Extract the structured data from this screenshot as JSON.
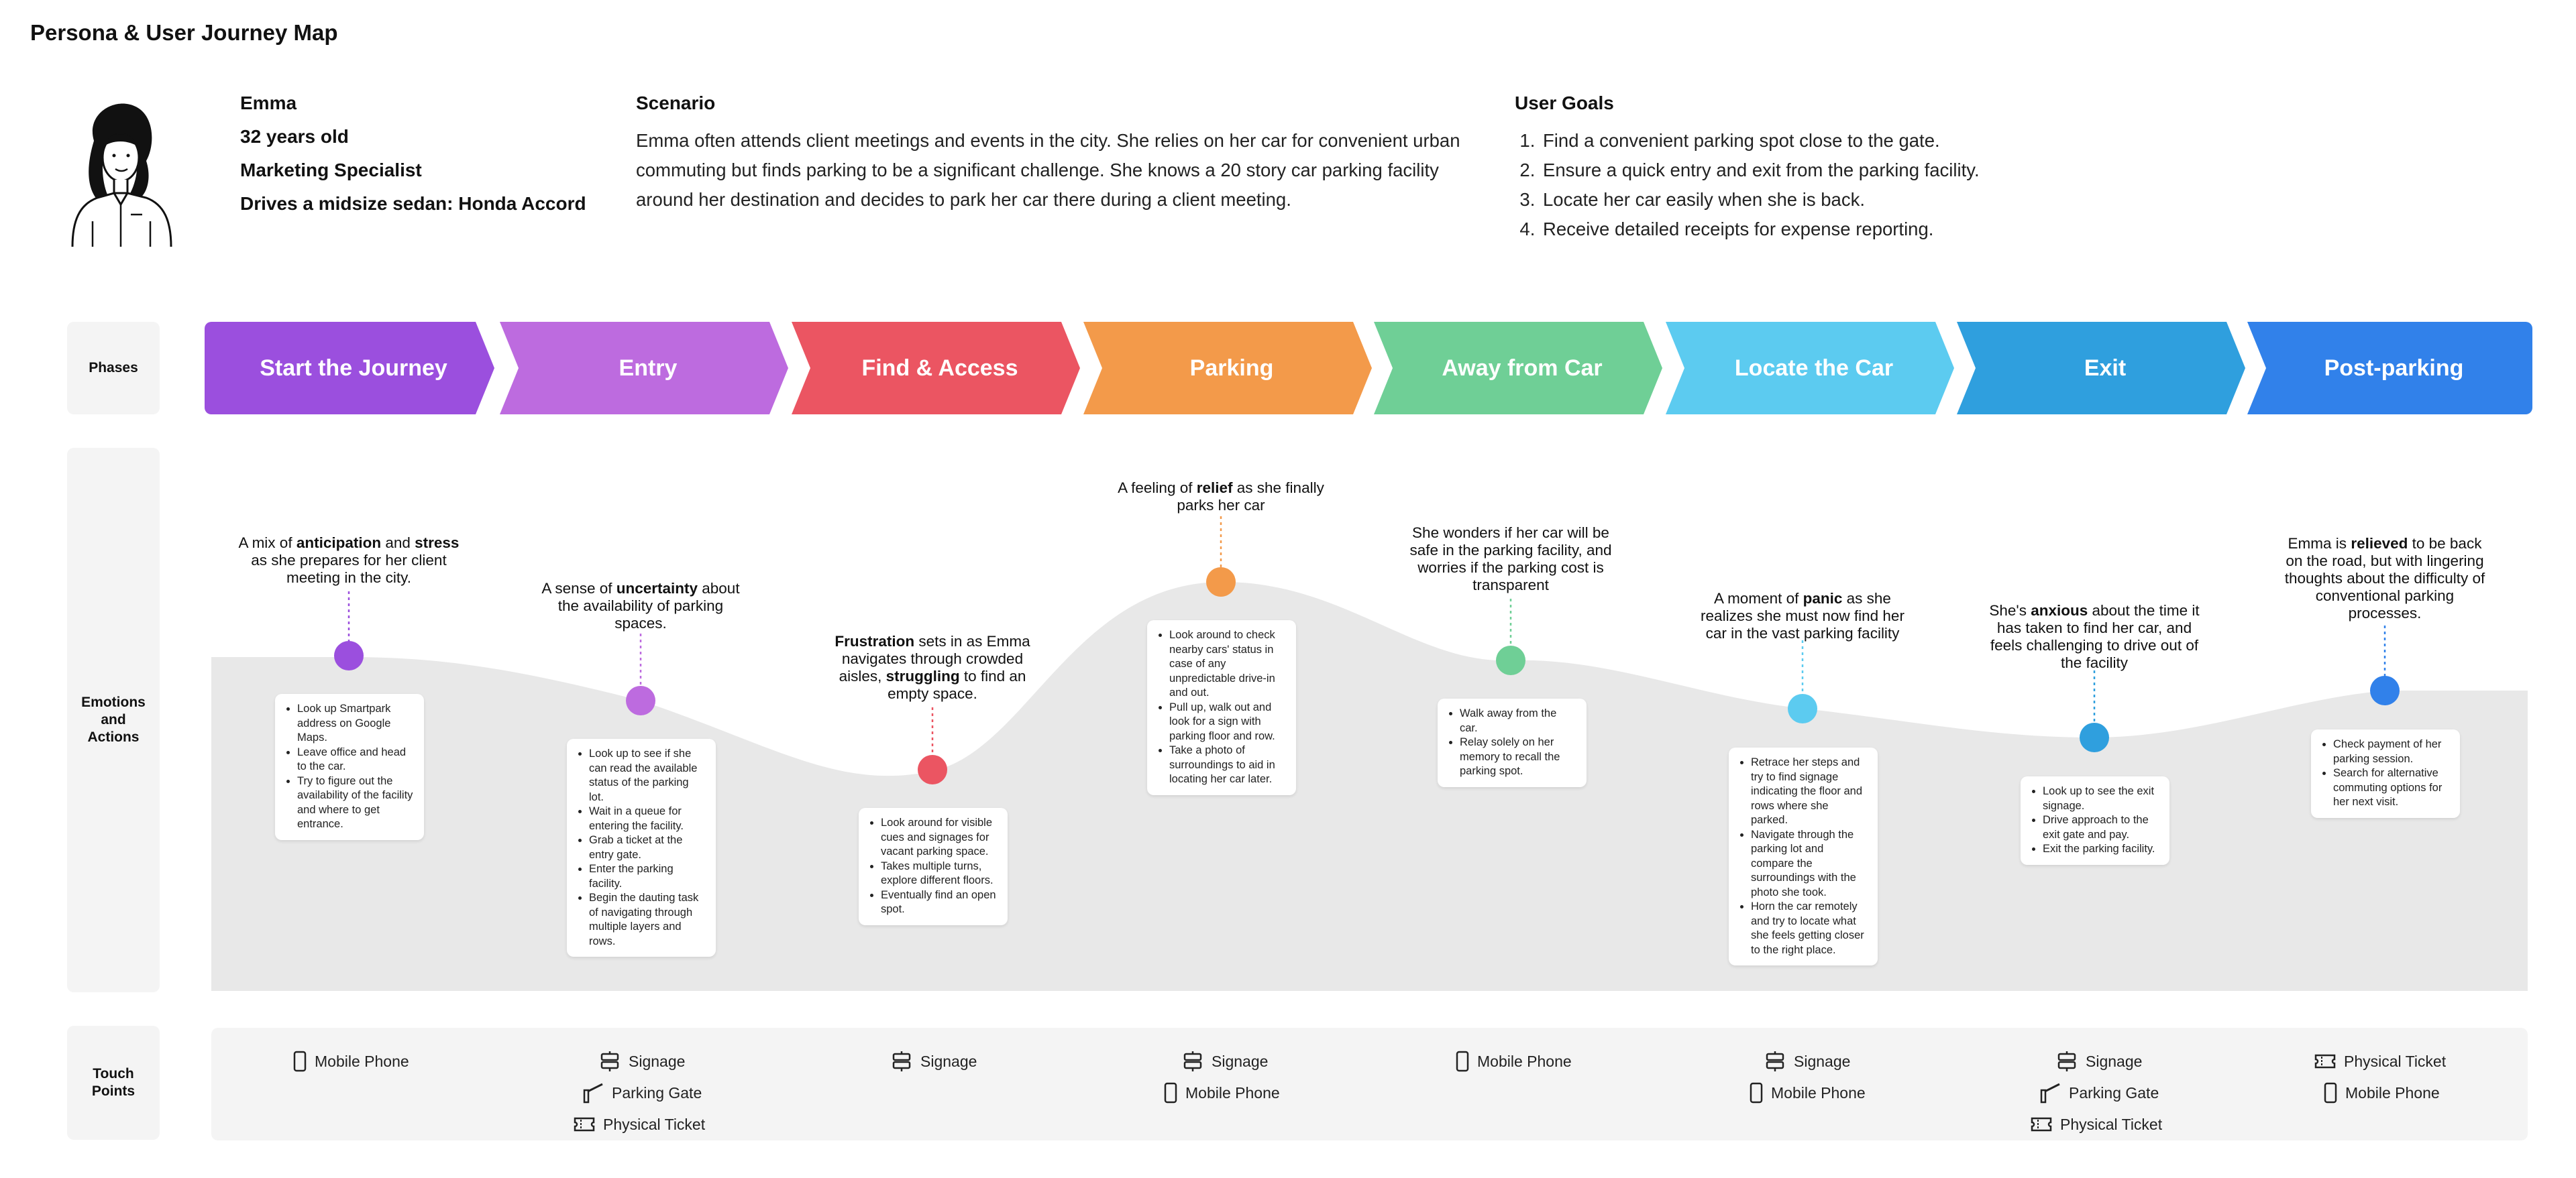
{
  "title": "Persona & User Journey Map",
  "persona": {
    "name": "Emma",
    "age": "32 years old",
    "role": "Marketing Specialist",
    "car": "Drives a midsize sedan: Honda Accord"
  },
  "scenario": {
    "heading": "Scenario",
    "text": "Emma often attends client meetings and events in the city. She relies on her car for convenient urban commuting but finds parking to be a significant challenge. She knows a 20 story car parking facility around her destination and decides to park her car there during a client meeting."
  },
  "goals": {
    "heading": "User Goals",
    "items": [
      "Find a convenient parking spot close to the gate.",
      "Ensure a quick entry and exit from the parking facility.",
      "Locate her car easily when she is back.",
      "Receive detailed receipts for expense reporting."
    ]
  },
  "row_labels": {
    "phases": "Phases",
    "emotions_line1": "Emotions",
    "emotions_line2": "and",
    "emotions_line3": "Actions",
    "touch_line1": "Touch",
    "touch_line2": "Points"
  },
  "phases": [
    {
      "label": "Start the Journey",
      "color": "#9b4fde"
    },
    {
      "label": "Entry",
      "color": "#bd6bdf"
    },
    {
      "label": "Find & Access",
      "color": "#eb5562"
    },
    {
      "label": "Parking",
      "color": "#f39a4a"
    },
    {
      "label": "Away from Car",
      "color": "#6fcf96"
    },
    {
      "label": "Locate the Car",
      "color": "#5ccbf0"
    },
    {
      "label": "Exit",
      "color": "#2f9fde"
    },
    {
      "label": "Post-parking",
      "color": "#3181ea"
    }
  ],
  "emotions": [
    {
      "t1": "A mix of ",
      "b1": "anticipation",
      "t2": " and ",
      "b2": "stress",
      "t3": " as she prepares for her client meeting in the city."
    },
    {
      "t1": "A sense of ",
      "b1": "uncertainty",
      "t2": " about the availability of parking spaces.",
      "b2": "",
      "t3": ""
    },
    {
      "t1": "",
      "b1": "Frustration",
      "t2": " sets in as Emma navigates through crowded aisles, ",
      "b2": "struggling",
      "t3": " to find an empty space."
    },
    {
      "t1": "A feeling of ",
      "b1": "relief",
      "t2": " as she finally parks her car",
      "b2": "",
      "t3": ""
    },
    {
      "t1": "She wonders if her car will be safe in the parking facility, and worries if the parking cost is transparent",
      "b1": "",
      "t2": "",
      "b2": "",
      "t3": ""
    },
    {
      "t1": "A moment of ",
      "b1": "panic",
      "t2": " as she realizes she must now find her car in the vast parking facility",
      "b2": "",
      "t3": ""
    },
    {
      "t1": "She's ",
      "b1": "anxious",
      "t2": " about the time it has taken to find her car, and feels challenging to drive out of the facility",
      "b2": "",
      "t3": ""
    },
    {
      "t1": "Emma is ",
      "b1": "relieved",
      "t2": " to be back on the road, but with lingering thoughts about the difficulty of conventional parking processes.",
      "b2": "",
      "t3": ""
    }
  ],
  "actions": [
    [
      "Look up Smartpark address on Google Maps.",
      "Leave office and head to the car.",
      "Try to figure out the availability of the facility and where to get entrance."
    ],
    [
      "Look up to see if she can read the available status of the parking lot.",
      "Wait in a queue for entering the facility.",
      "Grab a ticket at the entry gate.",
      "Enter the parking facility.",
      "Begin the dauting task of navigating through multiple layers and rows."
    ],
    [
      "Look around for visible cues and signages for vacant parking space.",
      "Takes multiple turns, explore different floors.",
      "Eventually find an open spot."
    ],
    [
      "Look around to check nearby cars' status in case of any unpredictable drive-in and out.",
      "Pull up, walk out and look for a sign with parking floor and row.",
      "Take a photo of surroundings to aid in locating her car later."
    ],
    [
      "Walk away from the car.",
      "Relay solely on her memory to recall the parking spot."
    ],
    [
      "Retrace her steps and try to find signage indicating the floor and rows where she parked.",
      "Navigate through the parking lot and compare the surroundings with the photo she took.",
      "Horn the car remotely and try to locate what she feels getting closer to the right place."
    ],
    [
      "Look up to see the exit signage.",
      "Drive approach to the exit gate and pay.",
      "Exit the parking facility."
    ],
    [
      "Check payment of her parking session.",
      "Search for alternative commuting options for her next visit."
    ]
  ],
  "touchpoints": [
    [
      {
        "label": "Mobile Phone",
        "icon": "mobile-phone-icon"
      }
    ],
    [
      {
        "label": "Signage",
        "icon": "signage-icon"
      },
      {
        "label": "Parking Gate",
        "icon": "parking-gate-icon"
      },
      {
        "label": "Physical Ticket",
        "icon": "ticket-icon"
      }
    ],
    [
      {
        "label": "Signage",
        "icon": "signage-icon"
      }
    ],
    [
      {
        "label": "Signage",
        "icon": "signage-icon"
      },
      {
        "label": "Mobile Phone",
        "icon": "mobile-phone-icon"
      }
    ],
    [
      {
        "label": "Mobile Phone",
        "icon": "mobile-phone-icon"
      }
    ],
    [
      {
        "label": "Signage",
        "icon": "signage-icon"
      },
      {
        "label": "Mobile Phone",
        "icon": "mobile-phone-icon"
      }
    ],
    [
      {
        "label": "Signage",
        "icon": "signage-icon"
      },
      {
        "label": "Parking Gate",
        "icon": "parking-gate-icon"
      },
      {
        "label": "Physical Ticket",
        "icon": "ticket-icon"
      }
    ],
    [
      {
        "label": "Physical Ticket",
        "icon": "ticket-icon"
      },
      {
        "label": "Mobile Phone",
        "icon": "mobile-phone-icon"
      }
    ]
  ],
  "colors": {
    "background": "#ffffff",
    "panel": "#f4f4f4",
    "curve_fill": "#e8e8e8"
  }
}
